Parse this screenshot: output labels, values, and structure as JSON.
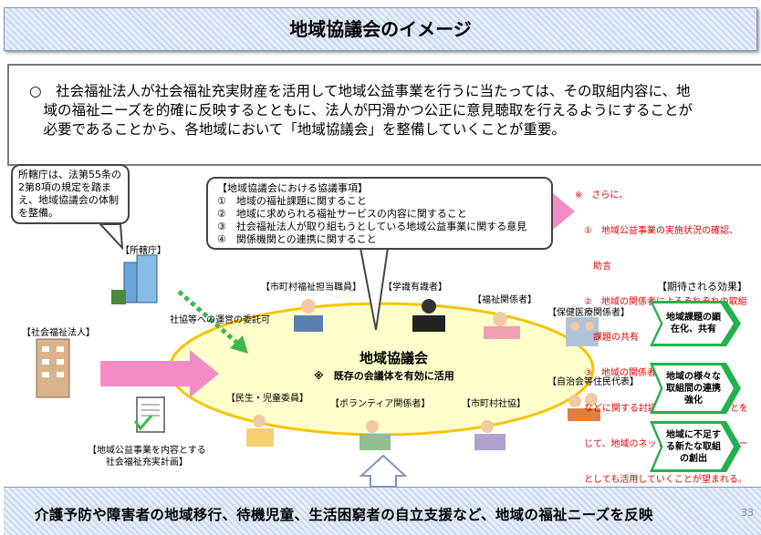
{
  "header": {
    "title": "地域協議会のイメージ"
  },
  "intro": {
    "text": "○　社会福祉法人が社会福祉充実財産を活用して地域公益事業を行うに当たっては、その取組内容に、地\n　域の福祉ニーズを的確に反映するとともに、法人が円滑かつ公正に意見聴取を行えるようにすることが\n　必要であることから、各地域において「地域協議会」を整備していくことが重要。"
  },
  "prefecture_note": {
    "text": "所轄庁は、法第55条の2第8項の規定を踏まえ、地域協議会の体制を整備。"
  },
  "discussion": {
    "heading": "【地域協議会における協議事項】",
    "items": [
      "①　地域の福祉課題に関すること",
      "②　地域に求められる福祉サービスの内容に関すること",
      "③　社会福祉法人が取り組もうとしている地域公益事業に関する意見",
      "④　関係機関との連携に関すること"
    ]
  },
  "further": {
    "lines": [
      "※　さらに、",
      "　①　地域公益事業の実施状況の確認、",
      "　　助言",
      "　②　地域の関係者によるそれぞれの取組",
      "　　課題の共有",
      "　③　地域の関係者の連携の在り方",
      "　などに関する討議を定期的に行うことを",
      "　じて、地域のネットワークづくりのツー",
      "　としても活用していくことが望まれる。"
    ]
  },
  "labels": {
    "shokatsucho": "【所轄庁】",
    "commission": "社協等への運営の委託可",
    "houjin": "【社会福祉法人】",
    "plan": "【地域公益事業を内容とする\n社会福祉充実計画】",
    "city_staff": "【市町村福祉担当職員】",
    "experts": "【学識有識者】",
    "welfare": "【福祉関係者】",
    "health": "【保健医療関係者】",
    "minsei": "【民生・児童委員】",
    "volunteer": "【ボランティア関係者】",
    "shakyo": "【市町村社協】",
    "jichikai": "【自治会等住民代表】"
  },
  "council": {
    "title": "地域協議会",
    "note": "※　既存の会議体を有効に活用"
  },
  "effects": {
    "heading": "【期待される効果】",
    "items": [
      "地域課題の顕\n在化、共有",
      "地域の様々な\n取組間の連携\n強化",
      "地域に不足す\nる新たな取組\nの創出"
    ]
  },
  "bottom": {
    "text": "介護予防や障害者の地域移行、待機児童、生活困窮者の自立支援など、地域の福祉ニーズを反映",
    "page": "33"
  },
  "colors": {
    "accent_green": "#22b14c",
    "arrow_pink": "#f48cc4",
    "ellipse_fill": "#ffffcc",
    "ellipse_border": "#f5c400",
    "note_red": "#e00000"
  }
}
